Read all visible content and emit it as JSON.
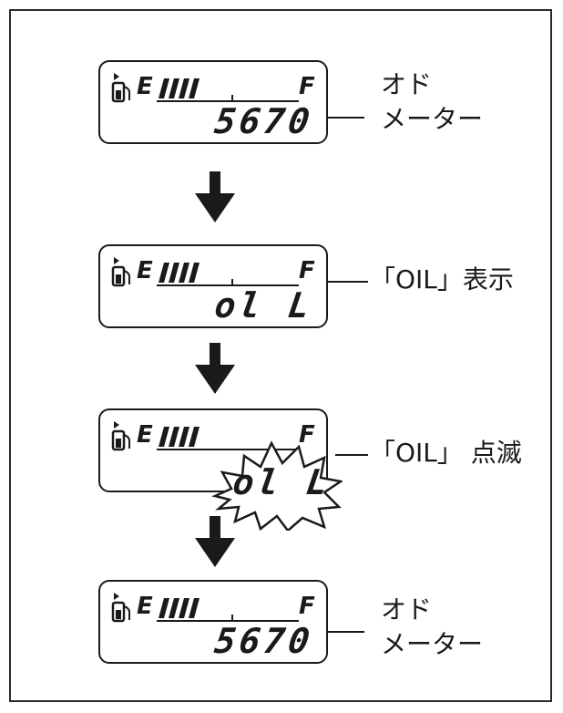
{
  "panels": [
    {
      "e_label": "E",
      "f_label": "F",
      "readout": "5670",
      "annotation": "オド\nメーター"
    },
    {
      "e_label": "E",
      "f_label": "F",
      "readout": "ol L",
      "annotation": "「OIL」表示"
    },
    {
      "e_label": "E",
      "f_label": "F",
      "readout": "ol L",
      "annotation": "「OIL」 点滅",
      "blinking": true
    },
    {
      "e_label": "E",
      "f_label": "F",
      "readout": "5670",
      "annotation": "オド\nメーター"
    }
  ],
  "colors": {
    "ink": "#1a1a1a",
    "background": "#ffffff"
  },
  "icons": [
    "fuel-pump-icon",
    "down-arrow-icon",
    "blink-burst-icon"
  ]
}
